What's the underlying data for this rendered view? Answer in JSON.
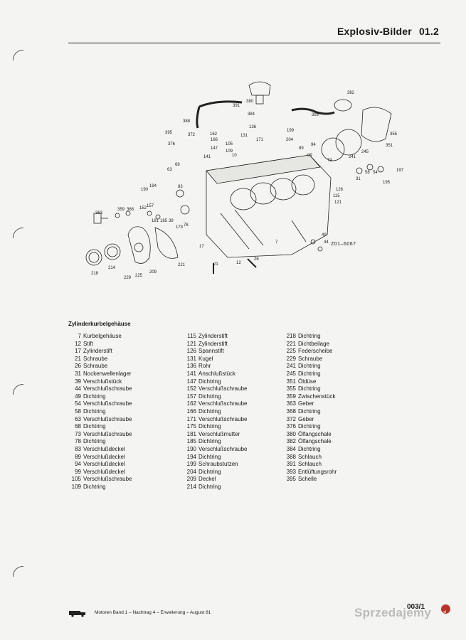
{
  "header": {
    "title": "Explosiv-Bilder",
    "section_number": "01.2"
  },
  "diagram": {
    "drawing_code": "Z01–6067",
    "callouts": [
      "382",
      "391",
      "380",
      "384",
      "393",
      "388",
      "395",
      "372",
      "162",
      "166",
      "136",
      "199",
      "131",
      "171",
      "204",
      "376",
      "147",
      "105",
      "109",
      "94",
      "89",
      "99",
      "141",
      "355",
      "351",
      "245",
      "241",
      "68",
      "63",
      "73",
      "197",
      "31",
      "58",
      "54",
      "83",
      "194",
      "190",
      "126",
      "195",
      "115",
      "121",
      "363",
      "359",
      "368",
      "152",
      "157",
      "181",
      "185",
      "39",
      "49",
      "44",
      "7",
      "17",
      "21",
      "12",
      "26",
      "218",
      "214",
      "229",
      "225",
      "209",
      "221",
      "78",
      "173",
      "10"
    ]
  },
  "parts": {
    "heading": "Zylinderkurbelgehäuse",
    "column1": [
      {
        "n": "7",
        "label": "Kurbelgehäuse"
      },
      {
        "n": "12",
        "label": "Stift"
      },
      {
        "n": "17",
        "label": "Zylinderstift"
      },
      {
        "n": "21",
        "label": "Schraube"
      },
      {
        "n": "26",
        "label": "Schraube"
      },
      {
        "n": "31",
        "label": "Nockenwellenlager"
      },
      {
        "n": "39",
        "label": "Verschlußstück"
      },
      {
        "n": "44",
        "label": "Verschlußschraube"
      },
      {
        "n": "49",
        "label": "Dichtring"
      },
      {
        "n": "54",
        "label": "Verschlußschraube"
      },
      {
        "n": "58",
        "label": "Dichtring"
      },
      {
        "n": "63",
        "label": "Verschlußschraube"
      },
      {
        "n": "68",
        "label": "Dichtring"
      },
      {
        "n": "73",
        "label": "Verschlußschraube"
      },
      {
        "n": "78",
        "label": "Dichtring"
      },
      {
        "n": "83",
        "label": "Verschlußdeckel"
      },
      {
        "n": "89",
        "label": "Verschlußdeckel"
      },
      {
        "n": "94",
        "label": "Verschlußdeckel"
      },
      {
        "n": "99",
        "label": "Verschlußdeckel"
      },
      {
        "n": "105",
        "label": "Verschlußschraube"
      },
      {
        "n": "109",
        "label": "Dichtring"
      }
    ],
    "column2": [
      {
        "n": "115",
        "label": "Zylinderstift"
      },
      {
        "n": "121",
        "label": "Zylinderstift"
      },
      {
        "n": "126",
        "label": "Spannstift"
      },
      {
        "n": "131",
        "label": "Kugel"
      },
      {
        "n": "136",
        "label": "Rohr"
      },
      {
        "n": "141",
        "label": "Anschlußstück"
      },
      {
        "n": "147",
        "label": "Dichtring"
      },
      {
        "n": "152",
        "label": "Verschlußschraube"
      },
      {
        "n": "157",
        "label": "Dichtring"
      },
      {
        "n": "162",
        "label": "Verschlußschraube"
      },
      {
        "n": "166",
        "label": "Dichtring"
      },
      {
        "n": "171",
        "label": "Verschlußschraube"
      },
      {
        "n": "175",
        "label": "Dichtring"
      },
      {
        "n": "181",
        "label": "Verschlußmutter"
      },
      {
        "n": "185",
        "label": "Dichtring"
      },
      {
        "n": "190",
        "label": "Verschlußschraube"
      },
      {
        "n": "194",
        "label": "Dichtring"
      },
      {
        "n": "199",
        "label": "Schraubstutzen"
      },
      {
        "n": "204",
        "label": "Dichtring"
      },
      {
        "n": "209",
        "label": "Deckel"
      },
      {
        "n": "214",
        "label": "Dichtring"
      }
    ],
    "column3": [
      {
        "n": "218",
        "label": "Dichtring"
      },
      {
        "n": "221",
        "label": "Dichtbeilage"
      },
      {
        "n": "225",
        "label": "Federscheibe"
      },
      {
        "n": "229",
        "label": "Schraube"
      },
      {
        "n": "241",
        "label": "Dichtring"
      },
      {
        "n": "245",
        "label": "Dichtring"
      },
      {
        "n": "351",
        "label": "Öldüse"
      },
      {
        "n": "355",
        "label": "Dichtring"
      },
      {
        "n": "359",
        "label": "Zwischenstück"
      },
      {
        "n": "363",
        "label": "Geber"
      },
      {
        "n": "368",
        "label": "Dichtring"
      },
      {
        "n": "372",
        "label": "Geber"
      },
      {
        "n": "376",
        "label": "Dichtring"
      },
      {
        "n": "380",
        "label": "Ölfangschale"
      },
      {
        "n": "382",
        "label": "Ölfangschale"
      },
      {
        "n": "384",
        "label": "Dichtring"
      },
      {
        "n": "388",
        "label": "Schlauch"
      },
      {
        "n": "391",
        "label": "Schlauch"
      },
      {
        "n": "393",
        "label": "Entlüftungsrohr"
      },
      {
        "n": "395",
        "label": "Schelle"
      }
    ]
  },
  "footer": {
    "text": "Motoren Band 1 – Nachtrag 4 – Erweiterung – August 81",
    "page_number": "003/1",
    "watermark": "Sprzedajemy",
    "watermark_suffix": ".pl",
    "icon": "truck-icon"
  }
}
